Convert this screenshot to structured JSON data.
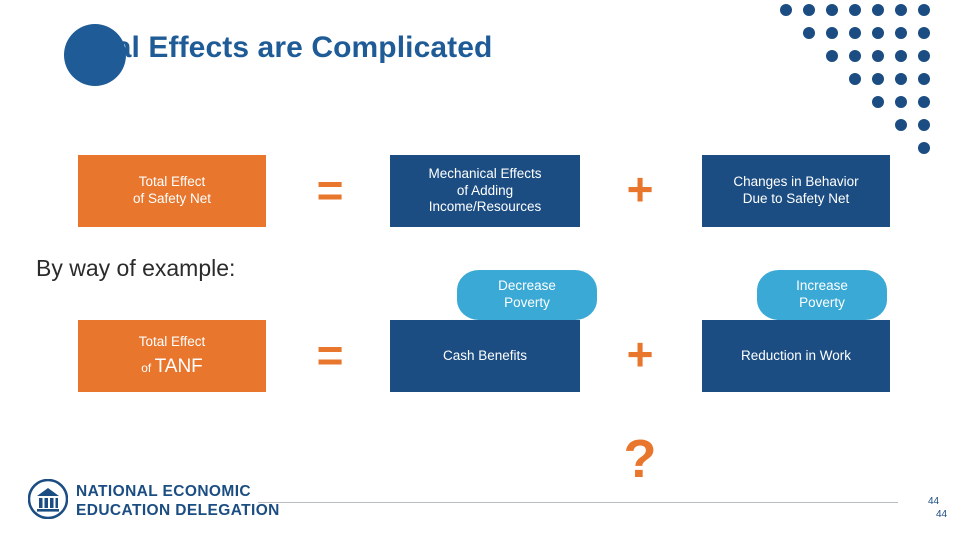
{
  "slide": {
    "title": "Total Effects are Complicated",
    "example_label": "By way of example:",
    "row1": {
      "left_box_line1": "Total Effect",
      "left_box_line2": "of Safety Net",
      "equals": "=",
      "middle_box_line1": "Mechanical Effects",
      "middle_box_line2": "of Adding",
      "middle_box_line3": "Income/Resources",
      "plus": "+",
      "right_box_line1": "Changes in Behavior",
      "right_box_line2": "Due to Safety Net"
    },
    "callouts": {
      "decrease_line1": "Decrease",
      "decrease_line2": "Poverty",
      "increase_line1": "Increase",
      "increase_line2": "Poverty"
    },
    "row2": {
      "left_box_line1": "Total Effect",
      "left_box_line2_small": "of",
      "left_box_line2_big": "TANF",
      "equals": "=",
      "middle_box": "Cash Benefits",
      "plus": "+",
      "right_box": "Reduction in Work",
      "question": "?"
    }
  },
  "footer": {
    "org_line1": "NATIONAL ECONOMIC",
    "org_line2": "EDUCATION DELEGATION",
    "slide_number_primary": "44",
    "slide_number_secondary": "44"
  },
  "colors": {
    "orange": "#e8762c",
    "blue": "#1b4d82",
    "title_blue": "#1f5b96",
    "callout_blue": "#3aa9d6"
  }
}
